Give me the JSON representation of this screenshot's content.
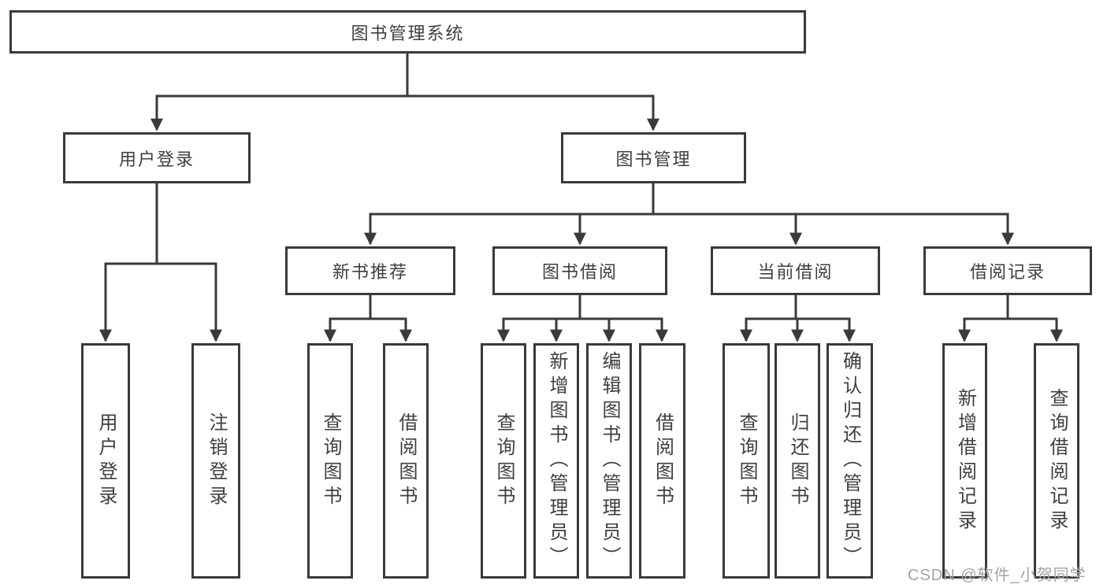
{
  "nodes": {
    "root": "图书管理系统",
    "user_login": "用户登录",
    "book_management": "图书管理",
    "new_book_recommend": "新书推荐",
    "book_borrowing": "图书借阅",
    "current_borrowing": "当前借阅",
    "borrowing_records": "借阅记录",
    "leaf_user_login": "用户登录",
    "leaf_logout_login": "注销登录",
    "leaf_query_books_recommend": "查询图书",
    "leaf_borrow_books_recommend": "借阅图书",
    "leaf_query_books_borrowing": "查询图书",
    "leaf_add_books_admin": "新增图书（管理员）",
    "leaf_edit_books_admin": "编辑图书（管理员）",
    "leaf_borrow_books_borrowing": "借阅图书",
    "leaf_query_books_current": "查询图书",
    "leaf_return_books": "归还图书",
    "leaf_confirm_return_admin": "确认归还（管理员）",
    "leaf_add_borrow_record": "新增借阅记录",
    "leaf_query_borrow_record": "查询借阅记录"
  },
  "watermark": "CSDN @软件_小贺同学",
  "colors": {
    "line": "#3a3a3a",
    "text": "#3f3f3f",
    "watermark": "#a3a3a3",
    "background": "#ffffff"
  }
}
